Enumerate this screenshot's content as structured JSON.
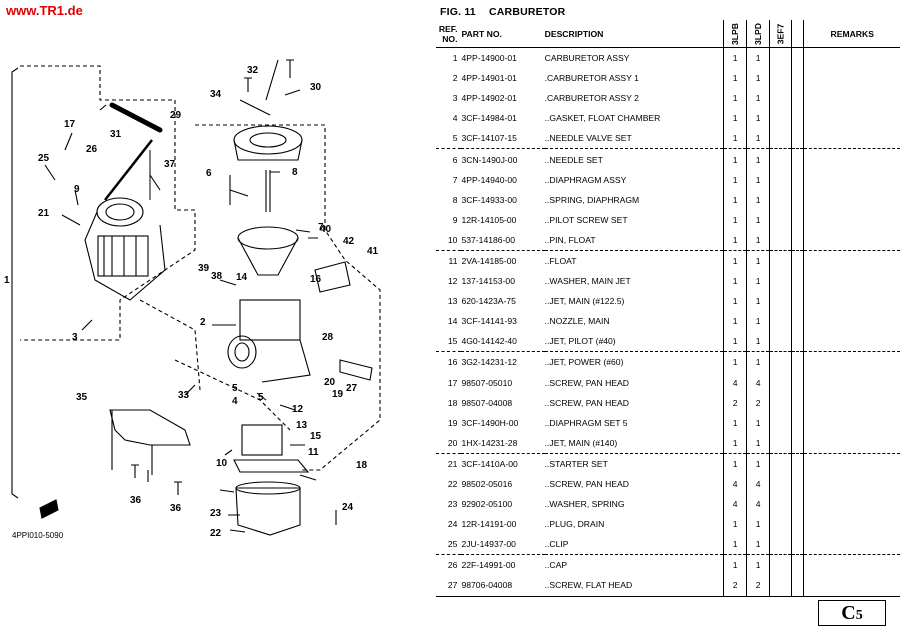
{
  "site_link": "www.TR1.de",
  "figure": {
    "label": "FIG.  11",
    "title": "CARBURETOR"
  },
  "diagram": {
    "footer_code": "4PPI010-5090",
    "callouts": [
      "1",
      "2",
      "3",
      "4",
      "5",
      "6",
      "7",
      "8",
      "9",
      "10",
      "11",
      "12",
      "13",
      "14",
      "15",
      "16",
      "17",
      "18",
      "19",
      "20",
      "21",
      "22",
      "23",
      "24",
      "25",
      "26",
      "27",
      "28",
      "29",
      "30",
      "31",
      "32",
      "33",
      "34",
      "35",
      "36",
      "37",
      "38",
      "39",
      "40",
      "41",
      "42"
    ]
  },
  "table": {
    "headers": {
      "ref": "REF. NO.",
      "part": "PART NO.",
      "desc": "DESCRIPTION",
      "models": [
        "3LPB",
        "3LPD",
        "3EF7"
      ],
      "remarks": "REMARKS"
    },
    "rows": [
      {
        "ref": "1",
        "part": "4PP-14900-01",
        "desc": "CARBURETOR ASSY",
        "q1": "1",
        "q2": "1"
      },
      {
        "ref": "2",
        "part": "4PP-14901-01",
        "desc": ".CARBURETOR ASSY 1",
        "q1": "1",
        "q2": "1"
      },
      {
        "ref": "3",
        "part": "4PP-14902-01",
        "desc": ".CARBURETOR ASSY 2",
        "q1": "1",
        "q2": "1"
      },
      {
        "ref": "4",
        "part": "3CF-14984-01",
        "desc": "..GASKET, FLOAT CHAMBER",
        "q1": "1",
        "q2": "1"
      },
      {
        "ref": "5",
        "part": "3CF-14107-15",
        "desc": "..NEEDLE VALVE SET",
        "q1": "1",
        "q2": "1"
      },
      {
        "ref": "6",
        "part": "3CN-1490J-00",
        "desc": "..NEEDLE SET",
        "q1": "1",
        "q2": "1"
      },
      {
        "ref": "7",
        "part": "4PP-14940-00",
        "desc": "..DIAPHRAGM ASSY",
        "q1": "1",
        "q2": "1"
      },
      {
        "ref": "8",
        "part": "3CF-14933-00",
        "desc": "..SPRING, DIAPHRAGM",
        "q1": "1",
        "q2": "1"
      },
      {
        "ref": "9",
        "part": "12R-14105-00",
        "desc": "..PILOT SCREW SET",
        "q1": "1",
        "q2": "1"
      },
      {
        "ref": "10",
        "part": "537-14186-00",
        "desc": "..PIN, FLOAT",
        "q1": "1",
        "q2": "1"
      },
      {
        "ref": "11",
        "part": "2VA-14185-00",
        "desc": "..FLOAT",
        "q1": "1",
        "q2": "1"
      },
      {
        "ref": "12",
        "part": "137-14153-00",
        "desc": "..WASHER, MAIN JET",
        "q1": "1",
        "q2": "1"
      },
      {
        "ref": "13",
        "part": "620-1423A-75",
        "desc": "..JET, MAIN (#122.5)",
        "q1": "1",
        "q2": "1"
      },
      {
        "ref": "14",
        "part": "3CF-14141-93",
        "desc": "..NOZZLE, MAIN",
        "q1": "1",
        "q2": "1"
      },
      {
        "ref": "15",
        "part": "4G0-14142-40",
        "desc": "..JET, PILOT (#40)",
        "q1": "1",
        "q2": "1"
      },
      {
        "ref": "16",
        "part": "3G2-14231-12",
        "desc": "..JET, POWER (#60)",
        "q1": "1",
        "q2": "1"
      },
      {
        "ref": "17",
        "part": "98507-05010",
        "desc": "..SCREW, PAN HEAD",
        "q1": "4",
        "q2": "4"
      },
      {
        "ref": "18",
        "part": "98507-04008",
        "desc": "..SCREW, PAN HEAD",
        "q1": "2",
        "q2": "2"
      },
      {
        "ref": "19",
        "part": "3CF-1490H-00",
        "desc": "..DIAPHRAGM SET 5",
        "q1": "1",
        "q2": "1"
      },
      {
        "ref": "20",
        "part": "1HX-14231-28",
        "desc": "..JET, MAIN (#140)",
        "q1": "1",
        "q2": "1"
      },
      {
        "ref": "21",
        "part": "3CF-1410A-00",
        "desc": "..STARTER SET",
        "q1": "1",
        "q2": "1"
      },
      {
        "ref": "22",
        "part": "98502-05016",
        "desc": "..SCREW, PAN HEAD",
        "q1": "4",
        "q2": "4"
      },
      {
        "ref": "23",
        "part": "92902-05100",
        "desc": "..WASHER, SPRING",
        "q1": "4",
        "q2": "4"
      },
      {
        "ref": "24",
        "part": "12R-14191-00",
        "desc": "..PLUG, DRAIN",
        "q1": "1",
        "q2": "1"
      },
      {
        "ref": "25",
        "part": "2JU-14937-00",
        "desc": "..CLIP",
        "q1": "1",
        "q2": "1"
      },
      {
        "ref": "26",
        "part": "22F-14991-00",
        "desc": "..CAP",
        "q1": "1",
        "q2": "1"
      },
      {
        "ref": "27",
        "part": "98706-04008",
        "desc": "..SCREW, FLAT HEAD",
        "q1": "2",
        "q2": "2"
      }
    ]
  },
  "page_number": {
    "letter": "C",
    "number": "5"
  }
}
